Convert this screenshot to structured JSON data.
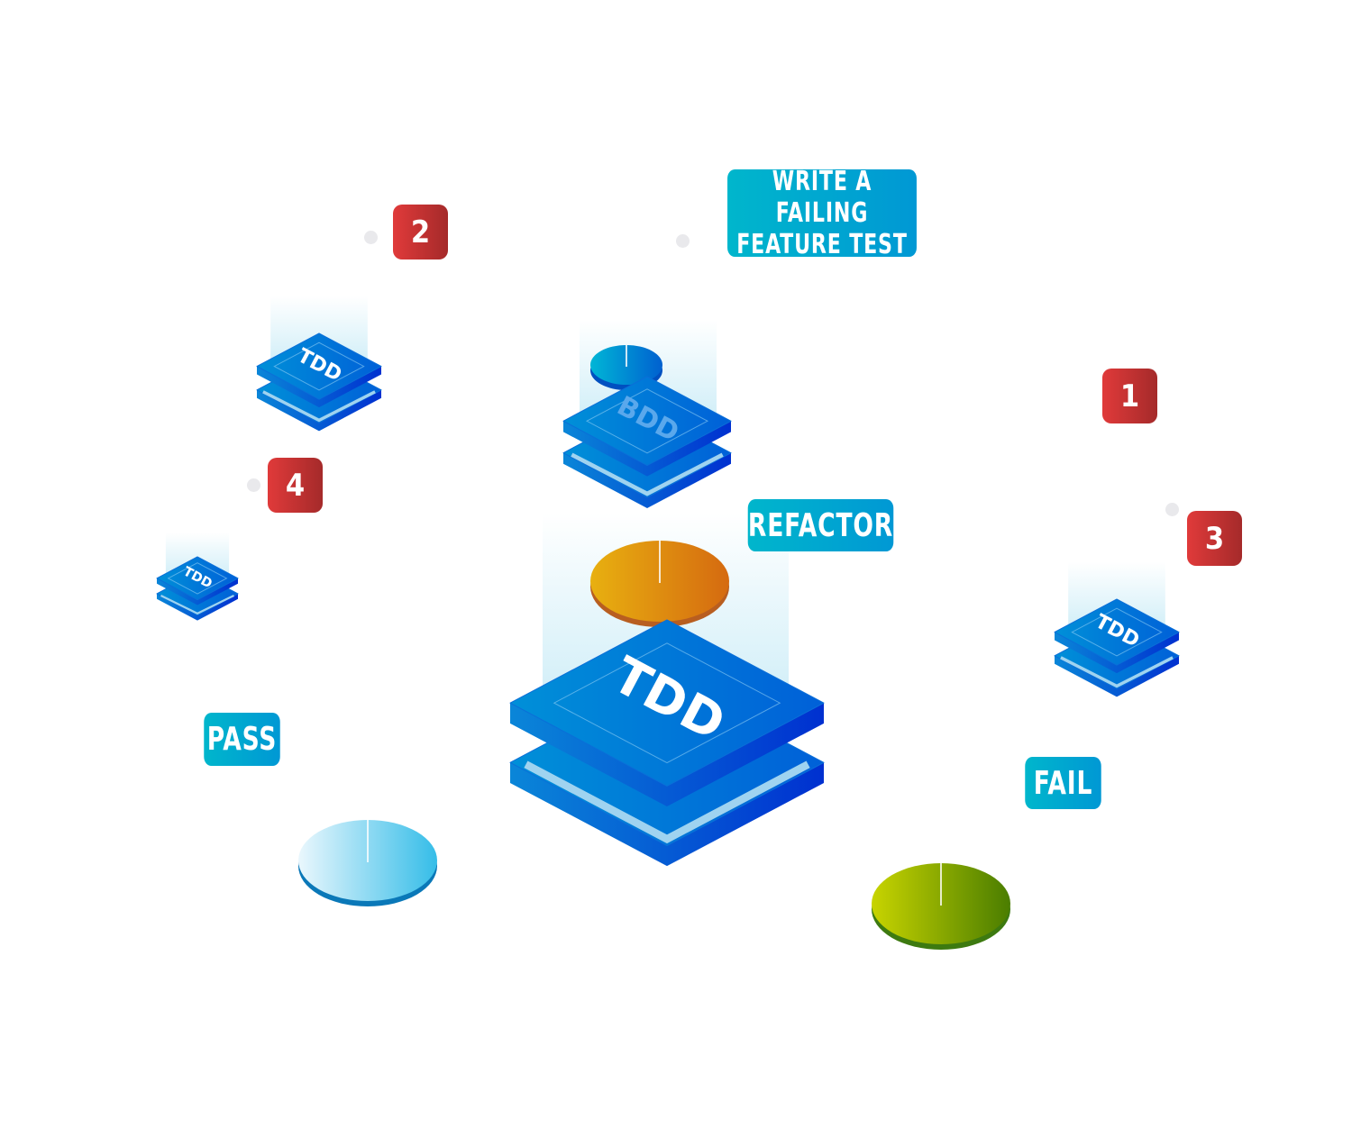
{
  "labels": {
    "write_failing": "WRITE A FAILING FEATURE TEST",
    "refactor": "REFACTOR",
    "pass": "PASS",
    "fail": "FAIL"
  },
  "badges": [
    "1",
    "2",
    "3",
    "4"
  ],
  "stacks": {
    "main": "TDD",
    "bdd": "BDD",
    "step2": "TDD",
    "step3": "TDD",
    "step4": "TDD"
  },
  "colors": {
    "label": "#00b0cf",
    "badge": "#c83232",
    "stack": "#0066d6",
    "refactor_disk": "#e09a12",
    "pass_disk": "#6cd0f0",
    "fail_disk": "#8fb000",
    "bdd_disk": "#0090d0"
  }
}
